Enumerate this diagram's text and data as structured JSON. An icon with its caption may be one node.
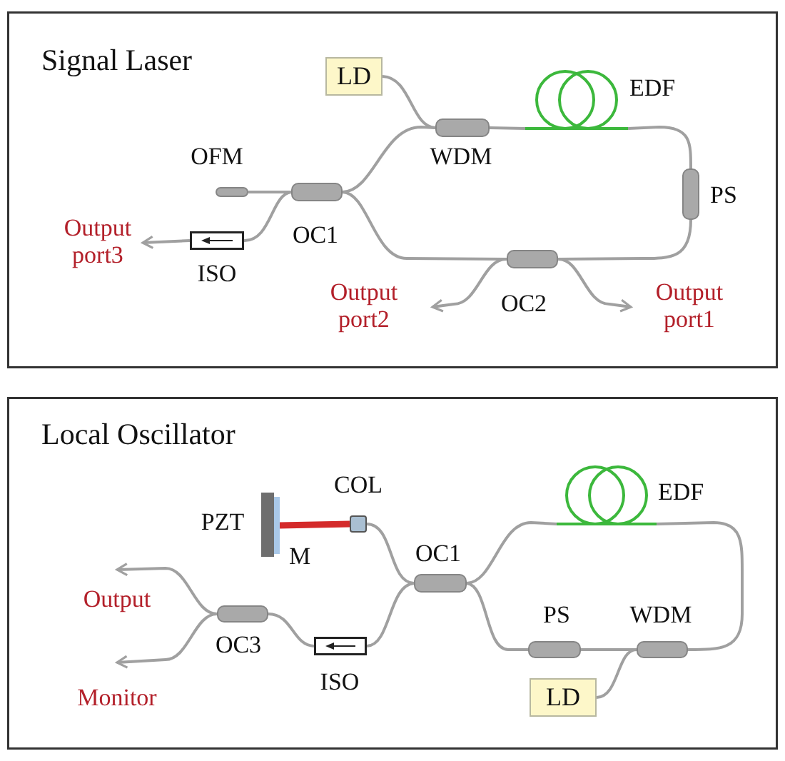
{
  "diagram": {
    "nodes": [
      {
        "text": [
          "Signal Laser"
        ]
      },
      {
        "text": [
          "LD"
        ],
        "in": 0
      },
      {
        "text": [
          "WDM"
        ],
        "in": 0
      },
      {
        "text": [
          "EDF"
        ],
        "in": 0
      },
      {
        "text": [
          "PS"
        ],
        "in": 0
      },
      {
        "text": [
          "OC2"
        ],
        "in": 0
      },
      {
        "text": [
          "OC1"
        ],
        "in": 0
      },
      {
        "text": [
          "OFM"
        ],
        "in": 0
      },
      {
        "text": [
          "ISO"
        ],
        "in": 0
      },
      {
        "text": [
          "Output port1"
        ],
        "in": 0
      },
      {
        "text": [
          "Output port2"
        ],
        "in": 0
      },
      {
        "text": [
          "Output port3"
        ],
        "in": 0
      },
      {
        "text": [
          "Local Oscillator"
        ]
      },
      {
        "text": [
          "PZT"
        ],
        "in": 12
      },
      {
        "text": [
          "M"
        ],
        "in": 12
      },
      {
        "text": [
          "COL"
        ],
        "in": 12
      },
      {
        "text": [
          "OC1"
        ],
        "in": 12
      },
      {
        "text": [
          "EDF"
        ],
        "in": 12
      },
      {
        "text": [
          "WDM"
        ],
        "in": 12
      },
      {
        "text": [
          "PS"
        ],
        "in": 12
      },
      {
        "text": [
          "LD"
        ],
        "in": 12
      },
      {
        "text": [
          "ISO"
        ],
        "in": 12
      },
      {
        "text": [
          "OC3"
        ],
        "in": 12
      },
      {
        "text": [
          "Output"
        ],
        "in": 12
      },
      {
        "text": [
          "Monitor"
        ],
        "in": 12
      }
    ],
    "edges": [
      {
        "from": 1,
        "to": 2,
        "arrow": "none"
      },
      {
        "from": 2,
        "to": 3,
        "arrow": "none"
      },
      {
        "from": 3,
        "to": 4,
        "arrow": "none"
      },
      {
        "from": 4,
        "to": 5,
        "arrow": "none"
      },
      {
        "from": 5,
        "to": 6,
        "arrow": "none"
      },
      {
        "from": 6,
        "to": 2,
        "arrow": "none"
      },
      {
        "from": 7,
        "to": 6,
        "arrow": "none"
      },
      {
        "from": 6,
        "to": 8,
        "arrow": "none"
      },
      {
        "from": 8,
        "to": 11,
        "arrow": "to"
      },
      {
        "from": 5,
        "to": 10,
        "arrow": "to"
      },
      {
        "from": 5,
        "to": 9,
        "arrow": "to"
      },
      {
        "from": 14,
        "to": 15,
        "arrow": "none",
        "style": "thick",
        "color": "#d42a2a"
      },
      {
        "from": 15,
        "to": 16,
        "arrow": "none"
      },
      {
        "from": 16,
        "to": 17,
        "arrow": "none"
      },
      {
        "from": 17,
        "to": 18,
        "arrow": "none"
      },
      {
        "from": 18,
        "to": 19,
        "arrow": "none"
      },
      {
        "from": 19,
        "to": 16,
        "arrow": "none"
      },
      {
        "from": 20,
        "to": 18,
        "arrow": "none"
      },
      {
        "from": 16,
        "to": 21,
        "arrow": "none"
      },
      {
        "from": 21,
        "to": 22,
        "arrow": "none"
      },
      {
        "from": 22,
        "to": 23,
        "arrow": "to"
      },
      {
        "from": 22,
        "to": 24,
        "arrow": "to"
      }
    ]
  }
}
